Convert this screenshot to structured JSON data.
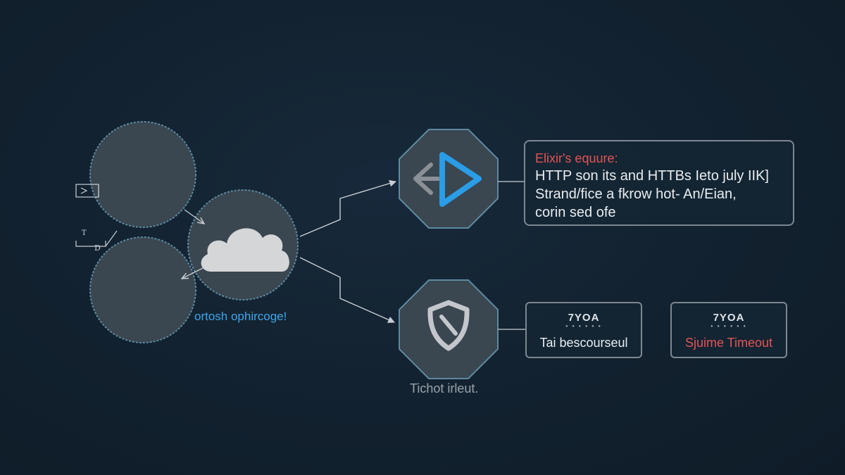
{
  "nodes": {
    "cloud_caption": "ortosh ophircoge!",
    "shield_caption": "Tichot irleut.",
    "left_marker_a": "T",
    "left_marker_b": "D"
  },
  "info_box": {
    "title": "Elixir's equure:",
    "line1": "HTTP son its and HTTBs Ieto july IIK]",
    "line2": "Strand/fice a fkrow hot- An/Eian,",
    "line3": "corin sed ofe"
  },
  "status_boxes": [
    {
      "code": "7YOA",
      "dots": "● ● ● ● ● ●",
      "text": "Tai bescourseul",
      "text_color": "#e9edf0"
    },
    {
      "code": "7YOA",
      "dots": "● ● ● ● ● ●",
      "text": "Sjuime Timeout",
      "text_color": "#e25555"
    }
  ],
  "colors": {
    "background": "#12212f",
    "node_fill": "#3a4650",
    "node_border": "#5d8aa0",
    "accent_blue": "#2a9de6",
    "error_red": "#e25555",
    "connector": "#c8ced3"
  },
  "icons": [
    "cloud-icon",
    "play-arrow-icon",
    "shield-icon"
  ]
}
